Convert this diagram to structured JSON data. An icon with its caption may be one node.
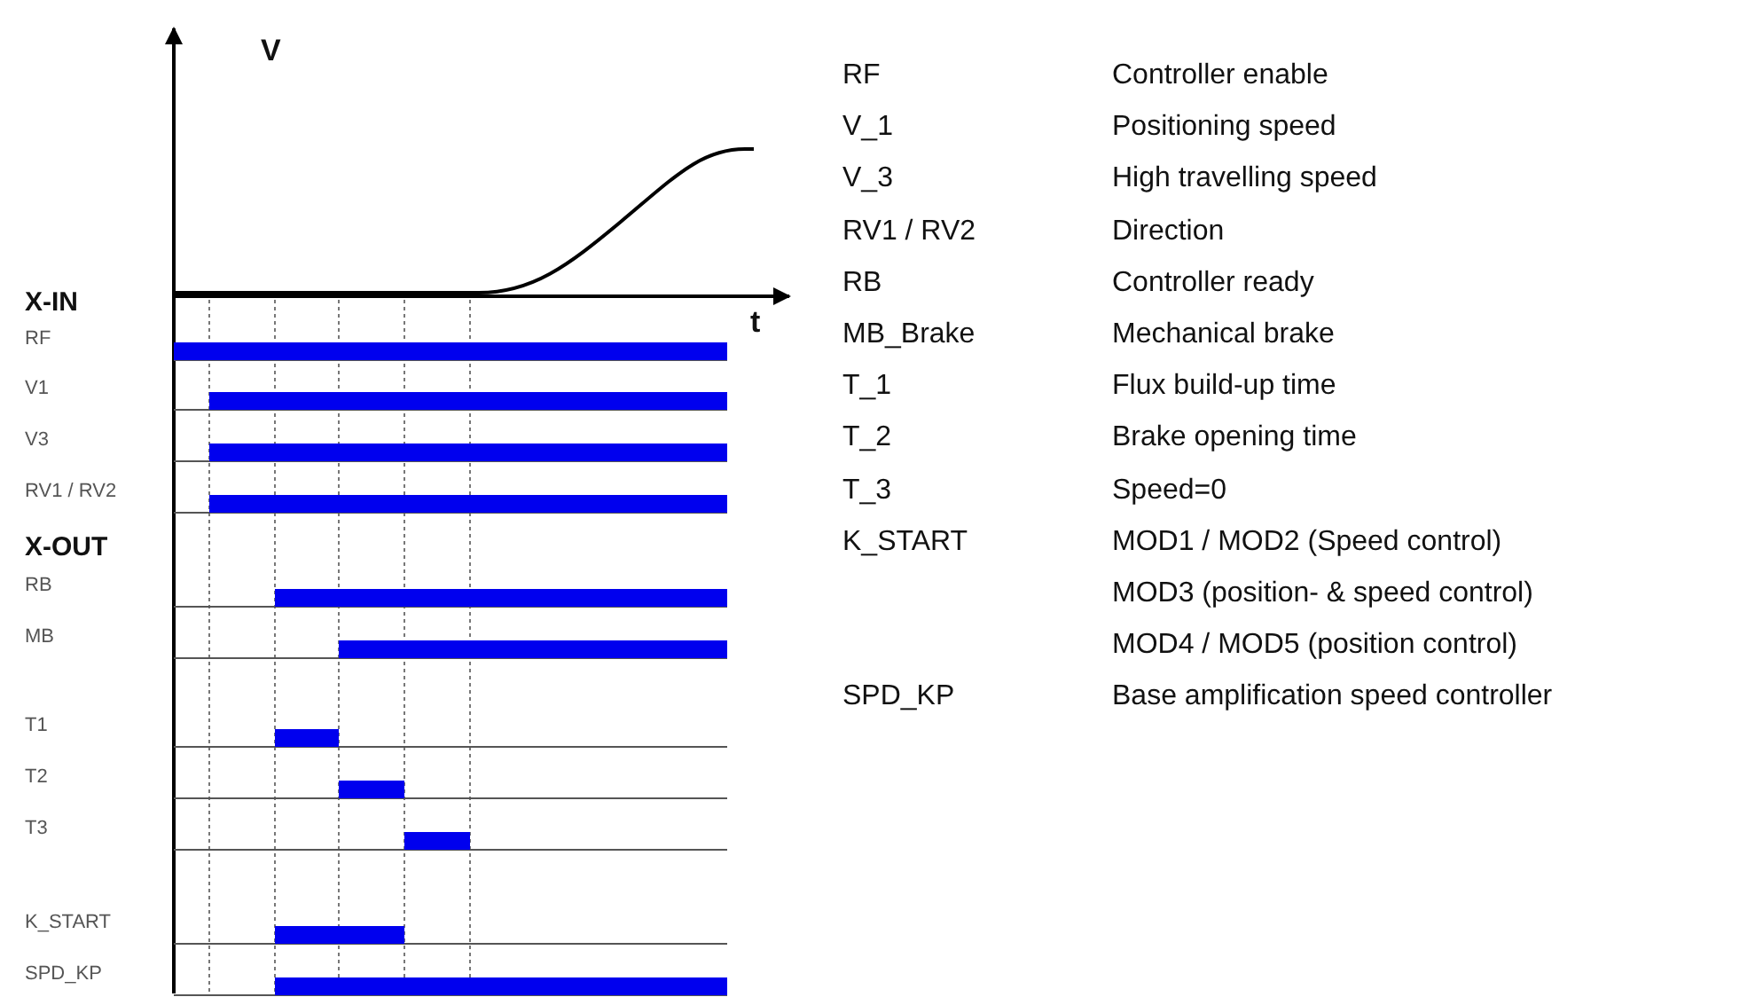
{
  "diagram": {
    "labels": [
      "V",
      "t",
      "X-IN",
      "RF",
      "V1",
      "V3",
      "RV1 / RV2",
      "X-OUT",
      "RB",
      "MB",
      "T1",
      "T2",
      "T3",
      "K_START",
      "SPD_KP",
      "RF",
      "Controller enable",
      "V_1",
      "Positioning speed",
      "V_3",
      "High travelling speed",
      "RV1 / RV2",
      "Direction",
      "RB",
      "Controller ready",
      "MB_Brake",
      "Mechanical brake",
      "T_1",
      "Flux build-up time",
      "T_2",
      "Brake opening time",
      "T_3",
      "Speed=0",
      "K_START",
      "MOD1 / MOD2 (Speed control)",
      "MOD3 (position- & speed control)",
      "MOD4 / MOD5 (position control)",
      "SPD_KP",
      "Base amplification speed controller"
    ]
  }
}
